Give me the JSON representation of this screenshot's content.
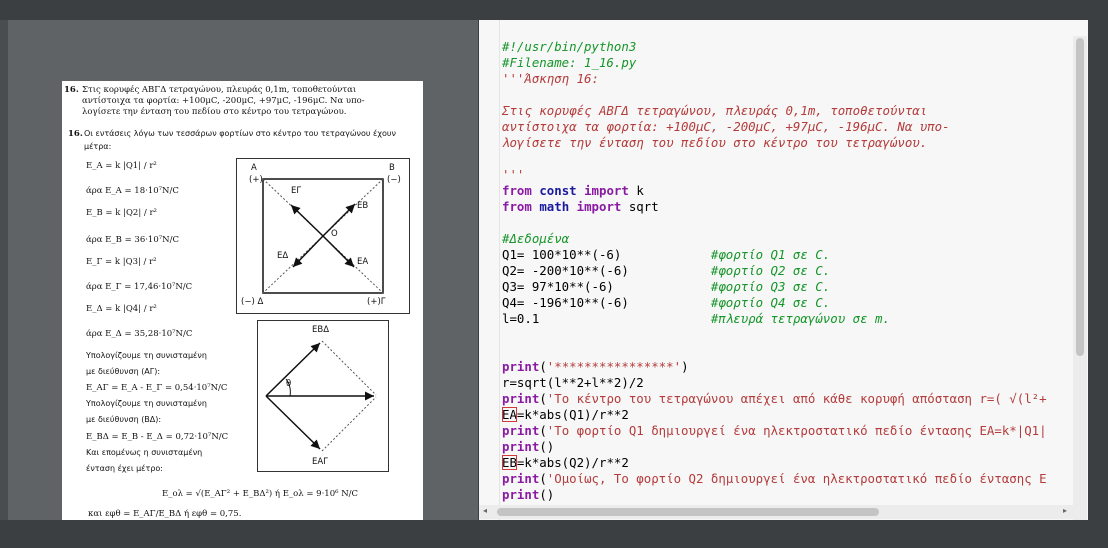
{
  "document": {
    "problem_number": "16.",
    "problem_lines": [
      "Στις κορυφές ΑΒΓΔ τετραγώνου, πλευράς 0,1m, τοποθετούνται",
      "αντίστοιχα τα φορτία: +100μC, -200μC, +97μC, -196μC. Να υπο-",
      "λογίσετε την ένταση του πεδίου στο κέντρο του τετραγώνου."
    ],
    "solution_number": "16.",
    "solution_lines": [
      "Οι εντάσεις λόγω των τεσσάρων φορτίων στο κέντρο του τετραγώνου έχουν",
      "μέτρα:"
    ],
    "eqs": [
      {
        "formula": "E_A = k |Q1| / r²",
        "result": "άρα E_A = 18·10⁷N/C"
      },
      {
        "formula": "E_B = k |Q2| / r²",
        "result": "άρα E_B = 36·10⁷N/C"
      },
      {
        "formula": "E_Γ = k |Q3| / r²",
        "result": "άρα E_Γ = 17,46·10⁷N/C"
      },
      {
        "formula": "E_Δ = k |Q4| / r²",
        "result": "άρα E_Δ = 35,28·10⁷N/C"
      }
    ],
    "text_after": [
      "Υπολογίζουμε τη συνισταμένη",
      "με διεύθυνση (ΑΓ):",
      "E_ΑΓ = E_A - E_Γ = 0,54·10⁷N/C",
      "Υπολογίζουμε τη συνισταμένη",
      "με διεύθυνση (ΒΔ):",
      "E_ΒΔ = E_B - E_Δ = 0,72·10⁷N/C",
      "Και επομένως η συνισταμένη",
      "ένταση έχει μέτρο:"
    ],
    "final_eq": "E_ολ = √(E_ΑΓ² + E_ΒΔ²)  ή  E_ολ = 9·10⁶ N/C",
    "last_eq": "και εφθ = E_ΑΓ/E_ΒΔ  ή  εφθ = 0,75.",
    "fig1_labels": {
      "A": "A",
      "A_sign": "(+)",
      "B": "B",
      "B_sign": "(−)",
      "D": "(−) Δ",
      "G": "(+)Γ",
      "O": "O",
      "EG": "EΓ",
      "EB": "EB",
      "ED": "EΔ",
      "EA": "EA"
    },
    "fig2_labels": {
      "EBD": "EBΔ",
      "theta": "θ",
      "EAG": "EΑΓ"
    }
  },
  "code_lines": [
    [
      {
        "c": "cm",
        "t": "#!/usr/bin/python3"
      }
    ],
    [
      {
        "c": "cm",
        "t": "#Filename: 1_16.py"
      }
    ],
    [
      {
        "c": "doc-str",
        "t": "'''Άσκηση 16:"
      }
    ],
    [],
    [
      {
        "c": "doc-str",
        "t": "Στις κορυφές ΑΒΓΔ τετραγώνου, πλευράς 0,1m, τοποθετούνται"
      }
    ],
    [
      {
        "c": "doc-str",
        "t": "αντίστοιχα τα φορτία: +100μC, -200μC, +97μC, -196μC. Να υπο-"
      }
    ],
    [
      {
        "c": "doc-str",
        "t": "λογίσετε την ένταση του πεδίου στο κέντρο του τετραγώνου."
      }
    ],
    [],
    [
      {
        "c": "doc-str",
        "t": "'''"
      }
    ],
    [
      {
        "c": "kw",
        "t": "from"
      },
      {
        "c": "",
        "t": " "
      },
      {
        "c": "mod",
        "t": "const"
      },
      {
        "c": "",
        "t": " "
      },
      {
        "c": "kw",
        "t": "import"
      },
      {
        "c": "",
        "t": " k"
      }
    ],
    [
      {
        "c": "kw",
        "t": "from"
      },
      {
        "c": "",
        "t": " "
      },
      {
        "c": "mod",
        "t": "math"
      },
      {
        "c": "",
        "t": " "
      },
      {
        "c": "kw",
        "t": "import"
      },
      {
        "c": "",
        "t": " sqrt"
      }
    ],
    [],
    [
      {
        "c": "cm",
        "t": "#Δεδομένα"
      }
    ],
    [
      {
        "c": "",
        "t": "Q1= 100*10**(-6)            "
      },
      {
        "c": "cm",
        "t": "#φορτίο Q1 σε C."
      }
    ],
    [
      {
        "c": "",
        "t": "Q2= -200*10**(-6)           "
      },
      {
        "c": "cm",
        "t": "#φορτίο Q2 σε C."
      }
    ],
    [
      {
        "c": "",
        "t": "Q3= 97*10**(-6)             "
      },
      {
        "c": "cm",
        "t": "#φορτίο Q3 σε C."
      }
    ],
    [
      {
        "c": "",
        "t": "Q4= -196*10**(-6)           "
      },
      {
        "c": "cm",
        "t": "#φορτίο Q4 σε C."
      }
    ],
    [
      {
        "c": "",
        "t": "l=0.1                       "
      },
      {
        "c": "cm",
        "t": "#πλευρά τετραγώνου σε m."
      }
    ],
    [],
    [],
    [
      {
        "c": "fn",
        "t": "print"
      },
      {
        "c": "",
        "t": "("
      },
      {
        "c": "str",
        "t": "'****************'"
      },
      {
        "c": "",
        "t": ")"
      }
    ],
    [
      {
        "c": "",
        "t": "r=sqrt(l**2+l**2)/2"
      }
    ],
    [
      {
        "c": "fn",
        "t": "print"
      },
      {
        "c": "",
        "t": "("
      },
      {
        "c": "str",
        "t": "'Το κέντρο του τετραγώνου απέχει από κάθε κορυφή απόσταση r=( √(l²+"
      }
    ],
    [
      {
        "c": "boxed",
        "t": "EA"
      },
      {
        "c": "",
        "t": "=k*abs(Q1)/r**2"
      }
    ],
    [
      {
        "c": "fn",
        "t": "print"
      },
      {
        "c": "",
        "t": "("
      },
      {
        "c": "str",
        "t": "'Το φορτίο Q1 δημιουργεί ένα ηλεκτροστατικό πεδίο έντασης EA=k*|Q1|"
      }
    ],
    [
      {
        "c": "fn",
        "t": "print"
      },
      {
        "c": "",
        "t": "()"
      }
    ],
    [
      {
        "c": "boxed",
        "t": "EB"
      },
      {
        "c": "",
        "t": "=k*abs(Q2)/r**2"
      }
    ],
    [
      {
        "c": "fn",
        "t": "print"
      },
      {
        "c": "",
        "t": "("
      },
      {
        "c": "str",
        "t": "'Ομοίως, Το φορτίο Q2 δημιουργεί ένα ηλεκτροστατικό πεδίο έντασης E"
      }
    ],
    [
      {
        "c": "fn",
        "t": "print"
      },
      {
        "c": "",
        "t": "()"
      }
    ]
  ]
}
